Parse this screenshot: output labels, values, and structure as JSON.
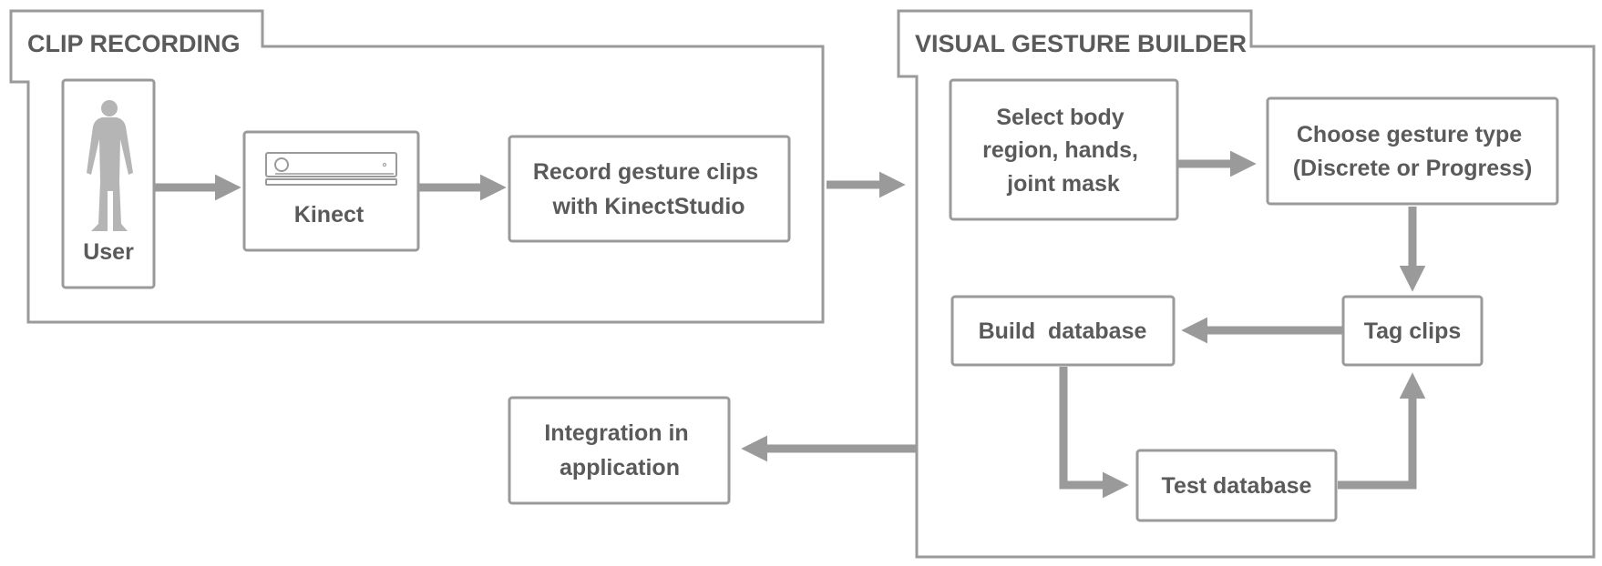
{
  "colors": {
    "stroke": "#9a9a9a",
    "text": "#5a5a5a",
    "figure": "#b5b5b5"
  },
  "groups": {
    "clip_recording": {
      "title": "CLIP RECORDING"
    },
    "visual_gesture_builder": {
      "title": "VISUAL GESTURE BUILDER"
    }
  },
  "nodes": {
    "user": {
      "label": "User",
      "icon": "person-silhouette-icon"
    },
    "kinect": {
      "label": "Kinect",
      "icon": "kinect-sensor-icon"
    },
    "record": {
      "lines": [
        "Record gesture clips",
        "with KinectStudio"
      ]
    },
    "select": {
      "lines": [
        "Select body",
        "region, hands,",
        "joint mask"
      ]
    },
    "choose": {
      "lines": [
        "Choose gesture type",
        "(Discrete or Progress)"
      ]
    },
    "tag": {
      "label": "Tag clips"
    },
    "build": {
      "label": "Build  database"
    },
    "test": {
      "label": "Test database"
    },
    "integration": {
      "lines": [
        "Integration in",
        "application"
      ]
    }
  }
}
